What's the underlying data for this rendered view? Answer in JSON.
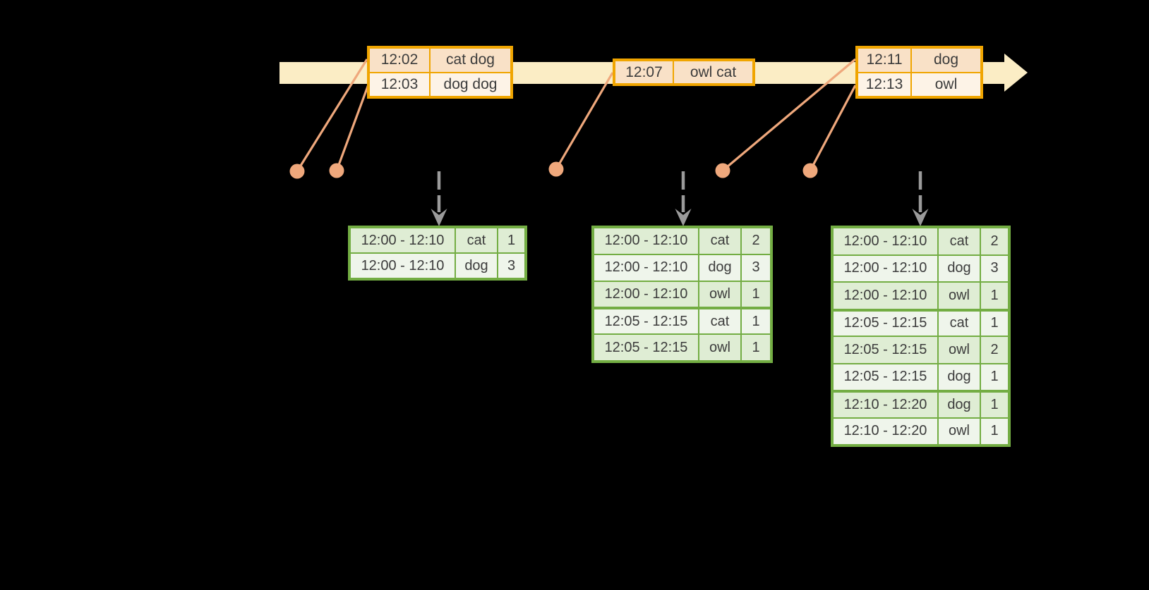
{
  "colors": {
    "background": "#000000",
    "band": "#FBEDC5",
    "orange-border": "#F0A500",
    "orange-row-dark": "#F9E1C7",
    "orange-row-light": "#FDF3E7",
    "orange-row-mid": "#FBE9D6",
    "salmon": "#EFA87C",
    "green-border": "#73AD43",
    "green-row-dark": "#DFEDD4",
    "green-row-light": "#EFF5EB",
    "arrow-gray": "#9B9B9B",
    "text": "#3C3C3C"
  },
  "timeline": {
    "input_tables": [
      {
        "rows": [
          {
            "time": "12:02",
            "words": "cat dog"
          },
          {
            "time": "12:03",
            "words": "dog dog"
          }
        ]
      },
      {
        "rows": [
          {
            "time": "12:07",
            "words": "owl cat"
          }
        ]
      },
      {
        "rows": [
          {
            "time": "12:11",
            "words": "dog"
          },
          {
            "time": "12:13",
            "words": "owl"
          }
        ]
      }
    ]
  },
  "result_tables": [
    {
      "rows": [
        {
          "window": "12:00 - 12:10",
          "word": "cat",
          "count": "1"
        },
        {
          "window": "12:00 - 12:10",
          "word": "dog",
          "count": "3"
        }
      ]
    },
    {
      "rows": [
        {
          "window": "12:00 - 12:10",
          "word": "cat",
          "count": "2"
        },
        {
          "window": "12:00 - 12:10",
          "word": "dog",
          "count": "3"
        },
        {
          "window": "12:00 - 12:10",
          "word": "owl",
          "count": "1"
        },
        {
          "window": "12:05 - 12:15",
          "word": "cat",
          "count": "1"
        },
        {
          "window": "12:05 - 12:15",
          "word": "owl",
          "count": "1"
        }
      ]
    },
    {
      "rows": [
        {
          "window": "12:00 - 12:10",
          "word": "cat",
          "count": "2"
        },
        {
          "window": "12:00 - 12:10",
          "word": "dog",
          "count": "3"
        },
        {
          "window": "12:00 - 12:10",
          "word": "owl",
          "count": "1"
        },
        {
          "window": "12:05 - 12:15",
          "word": "cat",
          "count": "1"
        },
        {
          "window": "12:05 - 12:15",
          "word": "owl",
          "count": "2"
        },
        {
          "window": "12:05 - 12:15",
          "word": "dog",
          "count": "1"
        },
        {
          "window": "12:10 - 12:20",
          "word": "dog",
          "count": "1"
        },
        {
          "window": "12:10 - 12:20",
          "word": "owl",
          "count": "1"
        }
      ]
    }
  ]
}
